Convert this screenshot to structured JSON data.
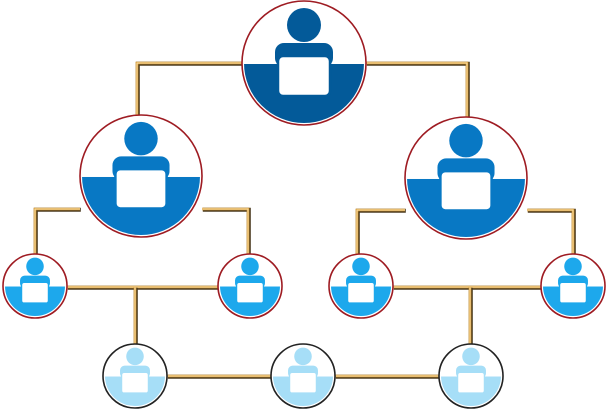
{
  "colors": {
    "background": "#ffffff",
    "ring_border": "#9e1b22",
    "ring_border_bottom_row": "#222222",
    "connector": "#d99a2b",
    "connector_shadow": "#4a3a20",
    "level_1": "#035a99",
    "level_2": "#0878c4",
    "level_3": "#1da8ec",
    "level_4": "#a6def7"
  },
  "nodes": [
    {
      "id": "top-manager",
      "level": 1,
      "icon": "person-at-desk-icon"
    },
    {
      "id": "left-manager",
      "level": 2,
      "icon": "person-at-desk-icon"
    },
    {
      "id": "right-manager",
      "level": 2,
      "icon": "person-at-desk-icon"
    },
    {
      "id": "left-team-member-a",
      "level": 3,
      "icon": "person-at-desk-icon"
    },
    {
      "id": "left-team-member-b",
      "level": 3,
      "icon": "person-at-desk-icon"
    },
    {
      "id": "right-team-member-a",
      "level": 3,
      "icon": "person-at-desk-icon"
    },
    {
      "id": "right-team-member-b",
      "level": 3,
      "icon": "person-at-desk-icon"
    },
    {
      "id": "staff-a",
      "level": 4,
      "icon": "person-at-desk-icon"
    },
    {
      "id": "staff-b",
      "level": 4,
      "icon": "person-at-desk-icon"
    },
    {
      "id": "staff-c",
      "level": 4,
      "icon": "person-at-desk-icon"
    }
  ],
  "links": [
    {
      "from": "top-manager",
      "to": "left-manager"
    },
    {
      "from": "top-manager",
      "to": "right-manager"
    },
    {
      "from": "left-manager",
      "to": "left-team-member-a"
    },
    {
      "from": "left-manager",
      "to": "left-team-member-b"
    },
    {
      "from": "right-manager",
      "to": "right-team-member-a"
    },
    {
      "from": "right-manager",
      "to": "right-team-member-b"
    },
    {
      "from": "left-team-member-a",
      "to": "left-team-member-b"
    },
    {
      "from": "right-team-member-a",
      "to": "right-team-member-b"
    },
    {
      "from": "left-team-member-a",
      "to": "staff-a"
    },
    {
      "from": "right-team-member-a",
      "to": "staff-c"
    },
    {
      "from": "staff-a",
      "to": "staff-b"
    },
    {
      "from": "staff-b",
      "to": "staff-c"
    }
  ]
}
